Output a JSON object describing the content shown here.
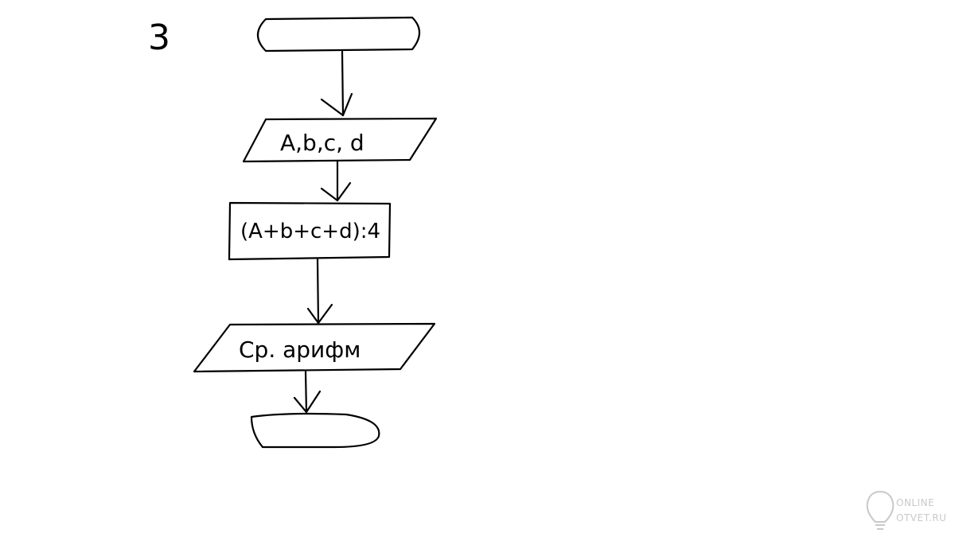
{
  "diagram": {
    "number_label": "3",
    "start_terminal": {
      "label": ""
    },
    "input_block": {
      "label": "A,b,c, d"
    },
    "process_block": {
      "label": "(A+b+c+d):4"
    },
    "output_block": {
      "label": "Ср. арифм"
    },
    "end_terminal": {
      "label": ""
    }
  },
  "watermark": {
    "line1": "ONLINE",
    "line2": "OTVET.RU"
  }
}
